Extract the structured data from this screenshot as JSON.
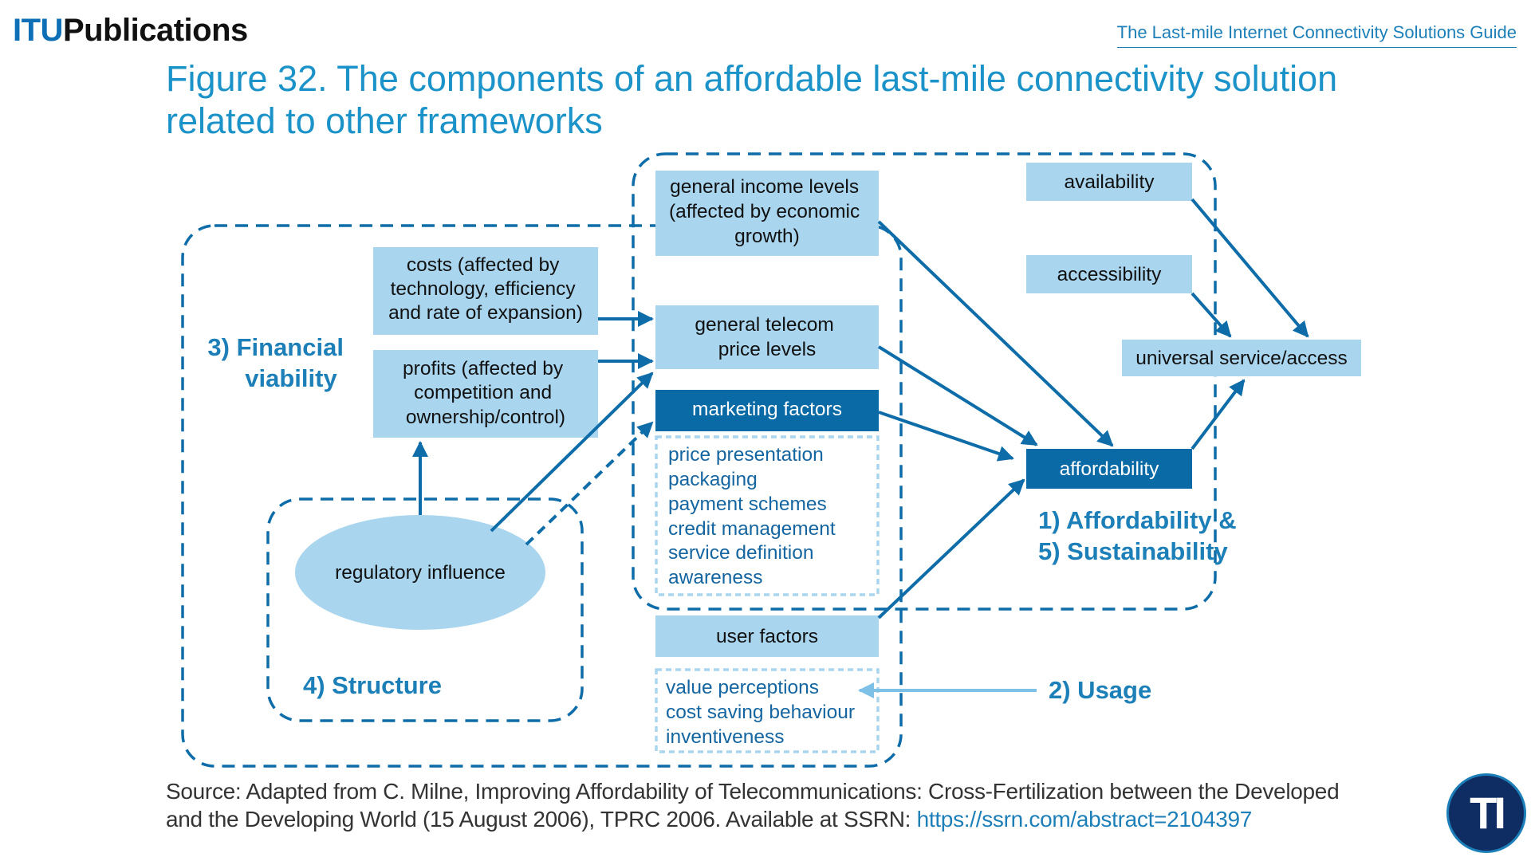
{
  "header": {
    "brand_itu": "ITU",
    "brand_publications": "Publications",
    "guide_title": "The Last-mile Internet Connectivity Solutions Guide"
  },
  "figure": {
    "title_line1": "Figure 32. The components of an affordable last-mile connectivity solution",
    "title_line2": "related to other frameworks"
  },
  "diagram": {
    "boxes": {
      "income": [
        "general income levels",
        "(affected by economic",
        "growth)"
      ],
      "availability": "availability",
      "accessibility": "accessibility",
      "costs": [
        "costs (affected by",
        "technology, efficiency",
        "and rate of expansion)"
      ],
      "telecom": [
        "general telecom",
        "price levels"
      ],
      "profits": [
        "profits (affected by",
        "competition and",
        "ownership/control)"
      ],
      "universal": "universal service/access",
      "marketing": "marketing factors",
      "affordability": "affordability",
      "marketing_list": [
        "price presentation",
        "packaging",
        "payment schemes",
        "credit management",
        "service definition",
        "awareness"
      ],
      "user": "user factors",
      "user_list": [
        "value perceptions",
        "cost saving behaviour",
        "inventiveness"
      ]
    },
    "ellipse": "regulatory influence",
    "labels": {
      "financial": [
        "3) Financial",
        "viability"
      ],
      "affordability_sustainability": [
        "1) Affordability &",
        "5) Sustainability"
      ],
      "structure": "4) Structure",
      "usage": "2) Usage"
    },
    "colors": {
      "light_box": "#a9d5ee",
      "dark_box": "#0a6aa6",
      "stroke": "#0e6da8",
      "usage_arrow": "#7dc1e6",
      "label": "#1d7fb8"
    }
  },
  "source": {
    "text_line1": "Source: Adapted from C. Milne, Improving Affordability of Telecommunications: Cross-Fertilization between the Developed",
    "text_line2": "and the Developing World (15 August 2006), TPRC 2006. Available at SSRN: ",
    "link": "https://ssrn.com/abstract=2104397"
  },
  "logo": {
    "text": "TI"
  }
}
